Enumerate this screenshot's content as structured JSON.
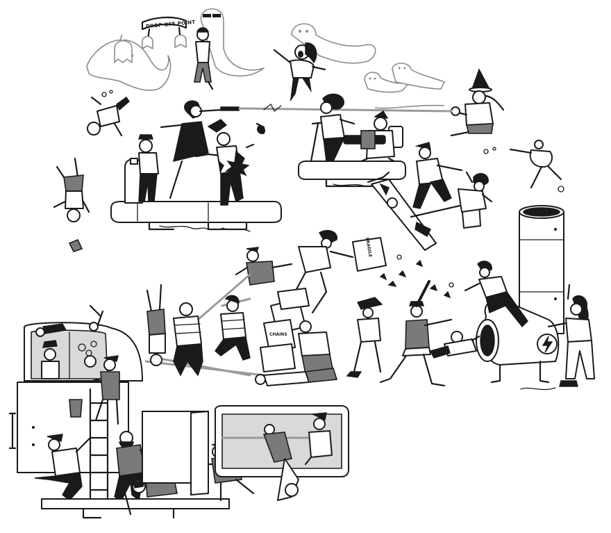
{
  "scene": {
    "sign_drop_off_point": "DROP-OFF POINT",
    "box_label_1": "FRAGILE",
    "box_label_2": "CHAINS"
  },
  "colors": {
    "ink": "#1a1a1a",
    "ghost_outline": "#8a8a8a",
    "shade": "#7a7a7a",
    "background": "#ffffff"
  },
  "icons": [
    "ghost-icon",
    "witch-hat-icon",
    "lightning-bolt-icon",
    "bucket-icon",
    "ladder-icon"
  ]
}
